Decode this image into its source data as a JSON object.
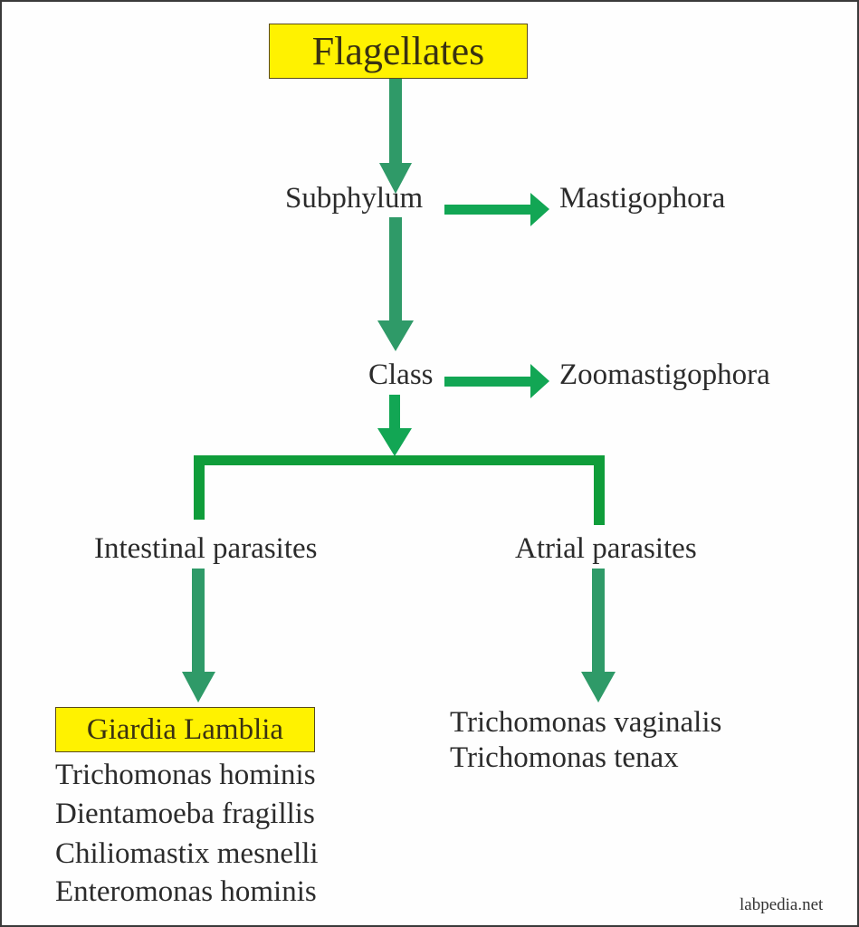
{
  "title": "Flagellates",
  "nodes": {
    "subphylum": "Subphylum",
    "subphylum_value": "Mastigophora",
    "class": "Class",
    "class_value": "Zoomastigophora",
    "intestinal": "Intestinal parasites",
    "atrial": "Atrial parasites"
  },
  "intestinal_species": {
    "highlight": "Giardia Lamblia",
    "list": [
      "Trichomonas hominis",
      "Dientamoeba fragillis",
      "Chiliomastix mesnelli",
      "Enteromonas hominis"
    ]
  },
  "atrial_species": [
    "Trichomonas vaginalis",
    "Trichomonas tenax"
  ],
  "watermark": "labpedia.net",
  "colors": {
    "highlight_box": "#fff200",
    "vertical_arrow": "#2f9a68",
    "horizontal_arrow": "#12a654",
    "bracket": "#0f9d3a",
    "text": "#2b2b2b"
  }
}
